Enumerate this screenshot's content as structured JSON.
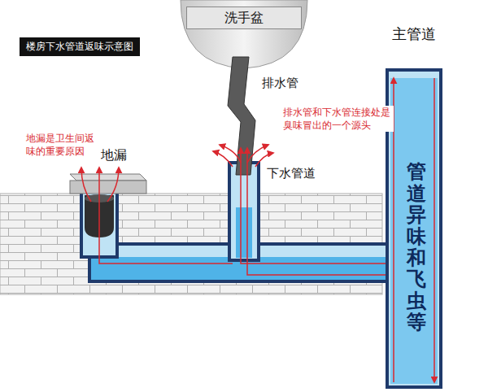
{
  "diagram": {
    "title": "楼房下水管道返味示意图",
    "nodes": [
      {
        "text": [
          "洗手盆"
        ]
      },
      {
        "text": [
          "主管道",
          "管道异味和飞虫等"
        ]
      }
    ],
    "labels": [
      "排水管",
      "排水管和下水管连接处是臭味冒出的一个源头",
      "下水管道",
      "地漏是卫生间返味的重要原因",
      "地漏"
    ]
  }
}
